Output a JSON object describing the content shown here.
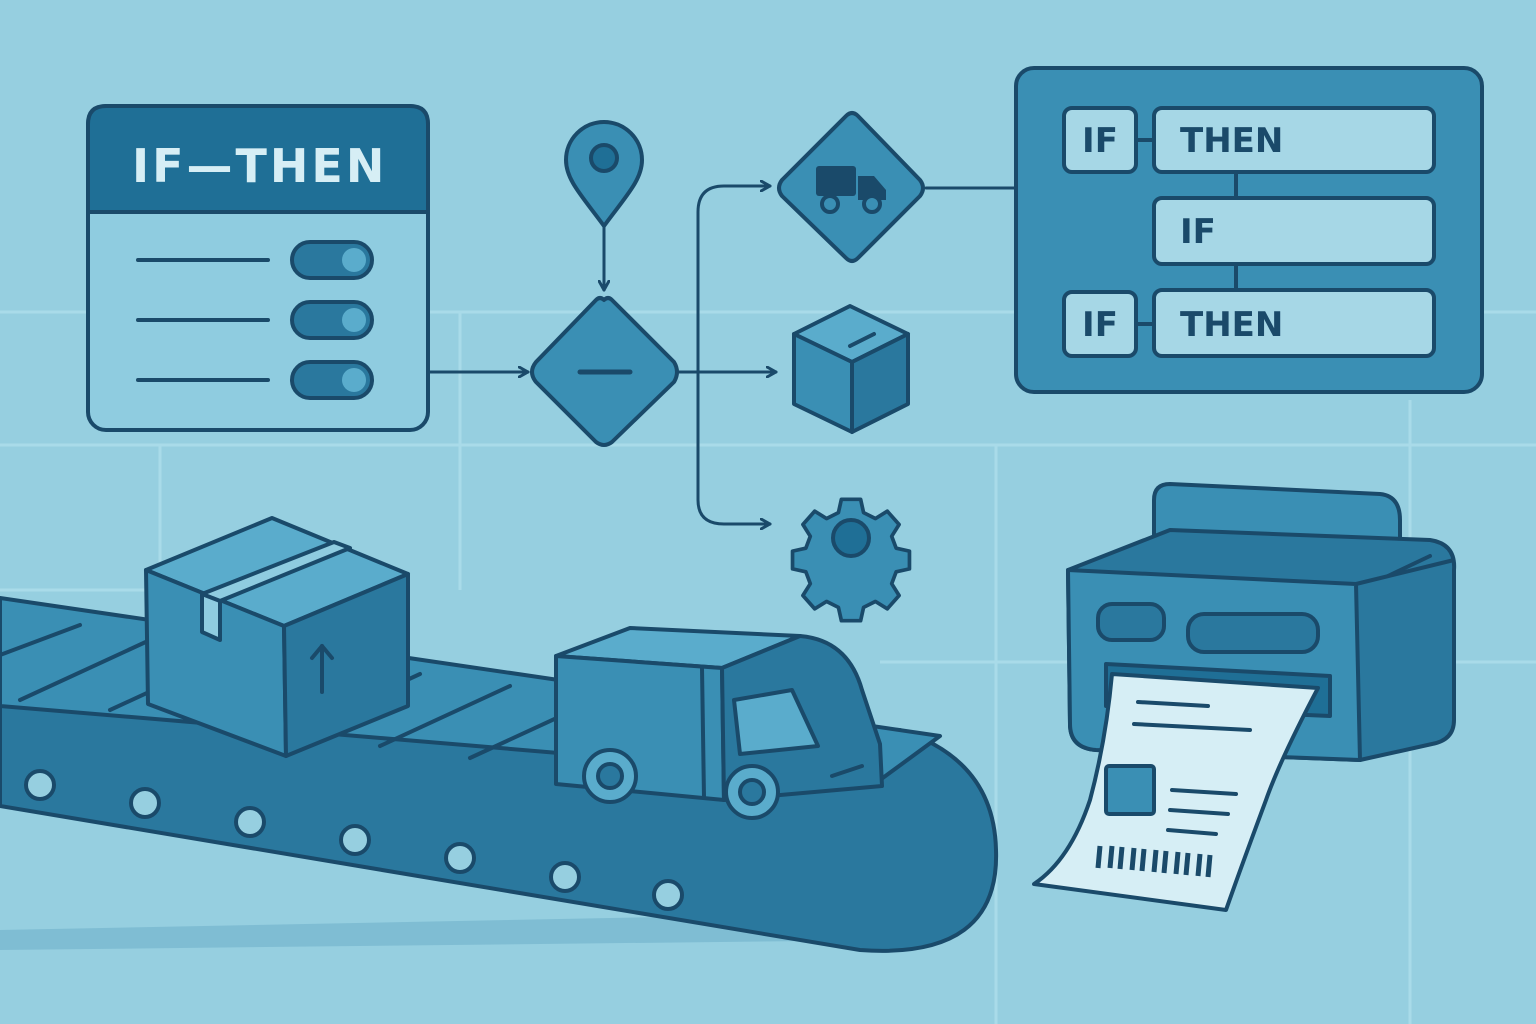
{
  "rules_panel": {
    "title": "IF—THEN",
    "toggle_rows": 3
  },
  "rule_builder": {
    "rows": [
      {
        "if_label": "IF",
        "then_label": "THEN"
      },
      {
        "if_label": "",
        "then_label": "IF"
      },
      {
        "if_label": "IF",
        "then_label": "THEN"
      }
    ]
  },
  "flow": {
    "start_icon": "location-pin-icon",
    "decision_icon": "minus-icon",
    "outcomes": [
      "truck-icon",
      "box-icon",
      "gear-icon"
    ]
  },
  "scene": {
    "items": [
      "conveyor-belt",
      "package-box",
      "delivery-van",
      "label-printer"
    ],
    "label_printer": {
      "barcode_bars": 11
    }
  },
  "colors": {
    "background": "#96cfe0",
    "stroke": "#1a4a6a",
    "panel_header": "#1f6f96",
    "panel_body": "#8fcce0",
    "node_fill": "#3a8fb4",
    "toggle": "#2a789e"
  }
}
